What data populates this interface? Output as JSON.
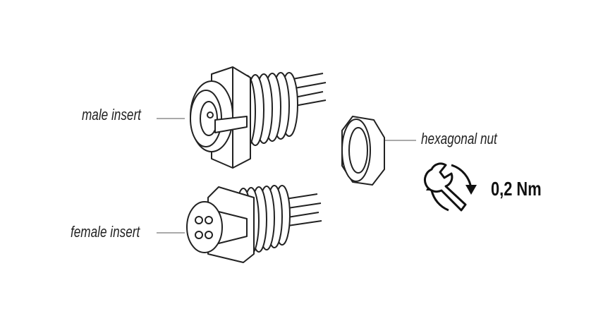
{
  "labels": {
    "male_insert": "male insert",
    "female_insert": "female insert",
    "hexagonal_nut": "hexagonal nut",
    "torque": "0,2 Nm"
  },
  "icons": [
    "wrench-icon",
    "rotate-arrows-icon"
  ]
}
